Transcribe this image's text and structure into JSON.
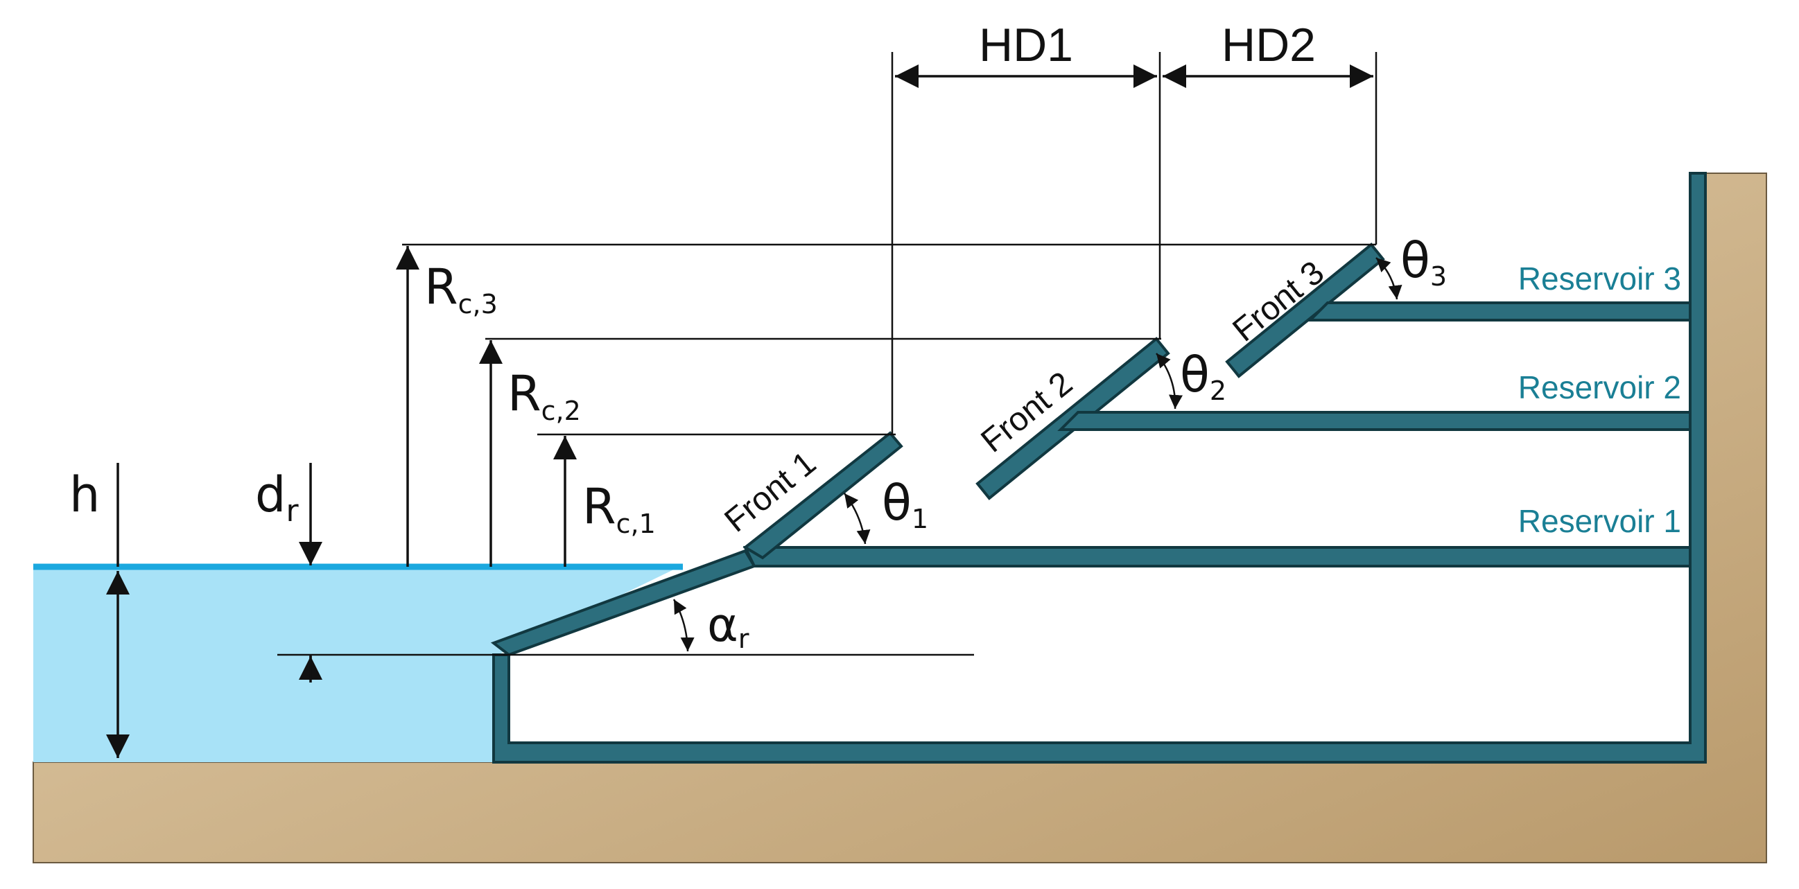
{
  "dimensions": {
    "hd1": "HD1",
    "hd2": "HD2"
  },
  "levels": {
    "h": "h",
    "dr": {
      "base": "d",
      "sub": "r"
    },
    "rc1": {
      "base": "R",
      "sub": "c,1"
    },
    "rc2": {
      "base": "R",
      "sub": "c,2"
    },
    "rc3": {
      "base": "R",
      "sub": "c,3"
    }
  },
  "angles": {
    "alpha": {
      "base": "α",
      "sub": "r"
    },
    "theta1": {
      "base": "θ",
      "sub": "1"
    },
    "theta2": {
      "base": "θ",
      "sub": "2"
    },
    "theta3": {
      "base": "θ",
      "sub": "3"
    }
  },
  "fronts": {
    "front1": "Front 1",
    "front2": "Front 2",
    "front3": "Front 3"
  },
  "reservoirs": {
    "r1": "Reservoir 1",
    "r2": "Reservoir 2",
    "r3": "Reservoir 3"
  },
  "colors": {
    "water": "#a8e2f7",
    "water_surface": "#1ba8df",
    "structure": "#2c6e7d",
    "structure_edge": "#113840",
    "reservoir_text": "#1a7f95",
    "ground_light": "#e6d2b0",
    "ground_dark": "#b99a6c"
  }
}
